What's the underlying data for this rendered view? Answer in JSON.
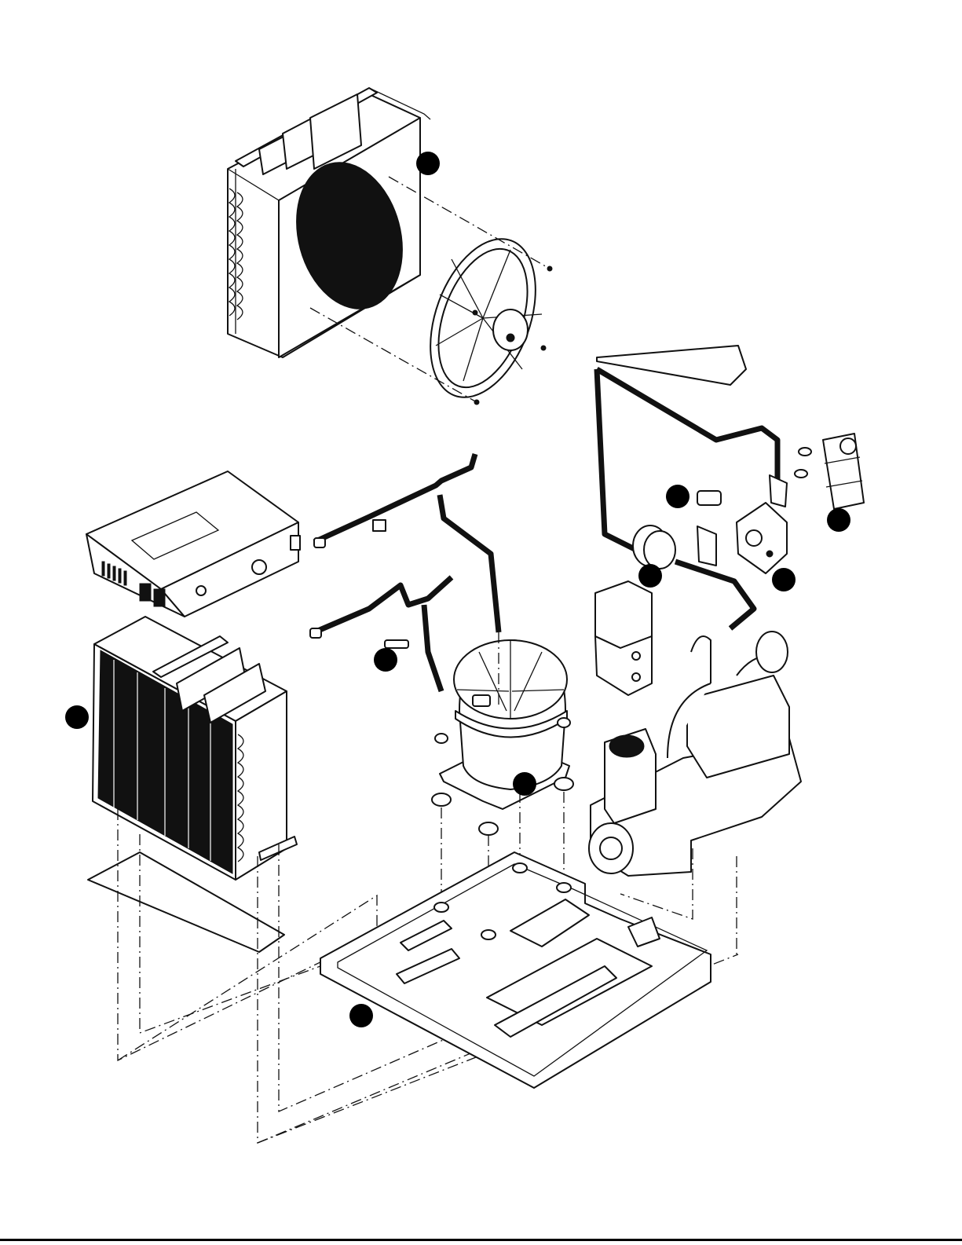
{
  "callouts": [
    {
      "id": "condenser-shroud"
    },
    {
      "id": "valve-fitting"
    },
    {
      "id": "solenoid-coil"
    },
    {
      "id": "filter-drier"
    },
    {
      "id": "bracket"
    },
    {
      "id": "service-valve"
    },
    {
      "id": "condenser-coil"
    },
    {
      "id": "compressor"
    },
    {
      "id": "base-pan"
    }
  ],
  "colors": {
    "ink": "#111111",
    "callout": "#000000",
    "paper": "#ffffff"
  }
}
